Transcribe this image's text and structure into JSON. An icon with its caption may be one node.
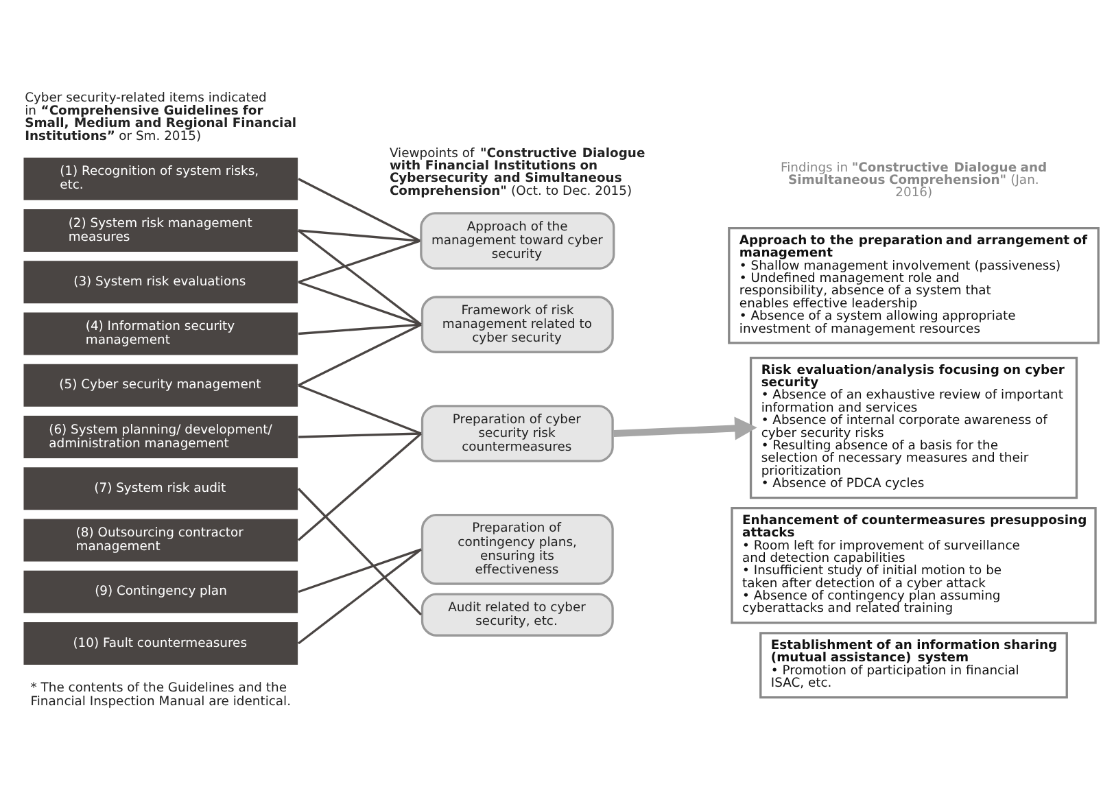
{
  "diagram": {
    "nodes": [
      {
        "text": [
          "(1) Recognition of system risks, etc."
        ]
      },
      {
        "text": [
          "(2) System risk management measures"
        ]
      },
      {
        "text": [
          "(3) System risk evaluations"
        ]
      },
      {
        "text": [
          "(4) Information security management"
        ]
      },
      {
        "text": [
          "(5) Cyber security management"
        ]
      },
      {
        "text": [
          "(6) System planning/ development/ administration management"
        ]
      },
      {
        "text": [
          "(7) System risk audit"
        ]
      },
      {
        "text": [
          "(8) Outsourcing contractor management"
        ]
      },
      {
        "text": [
          "(9) Contingency plan"
        ]
      },
      {
        "text": [
          "(10) Fault countermeasures"
        ]
      },
      {
        "text": [
          "Approach of the management toward cyber security"
        ]
      },
      {
        "text": [
          "Framework of risk management related to cyber security"
        ]
      },
      {
        "text": [
          "Preparation of cyber security risk countermeasures"
        ]
      },
      {
        "text": [
          "Preparation of contingency plans, ensuring its effectiveness"
        ]
      },
      {
        "text": [
          "Audit related to cyber security, etc."
        ]
      },
      {
        "text": [
          "Approach to the preparation and arrangement of management",
          "• Shallow management involvement (passiveness)",
          "• Undefined management role and responsibility, absence of a system that enables effective leadership",
          "• Absence of a system allowing appropriate investment of management resources"
        ]
      },
      {
        "text": [
          "Risk evaluation/analysis focusing on cyber security",
          "• Absence of an exhaustive review of important information and services",
          "• Absence of internal corporate awareness of cyber security risks",
          "• Resulting absence of a basis for the selection of necessary measures and their prioritization",
          "• Absence of PDCA cycles"
        ]
      },
      {
        "text": [
          "Enhancement of countermeasures presupposing attacks",
          "• Room left for improvement of surveillance and detection capabilities",
          "• Insufficient study of initial motion to be taken after detection of a cyber attack",
          "• Absence of contingency plan assuming cyberattacks and related training"
        ]
      },
      {
        "text": [
          "Establishment of an information sharing (mutual assistance) system",
          "• Promotion of participation in financial ISAC, etc."
        ]
      }
    ],
    "edges": [
      {
        "from": 0,
        "to": 10,
        "arrow": "none"
      },
      {
        "from": 1,
        "to": 10,
        "arrow": "none"
      },
      {
        "from": 2,
        "to": 10,
        "arrow": "none"
      },
      {
        "from": 1,
        "to": 11,
        "arrow": "none"
      },
      {
        "from": 2,
        "to": 11,
        "arrow": "none"
      },
      {
        "from": 3,
        "to": 11,
        "arrow": "none"
      },
      {
        "from": 4,
        "to": 11,
        "arrow": "none"
      },
      {
        "from": 4,
        "to": 12,
        "arrow": "none"
      },
      {
        "from": 5,
        "to": 12,
        "arrow": "none"
      },
      {
        "from": 7,
        "to": 12,
        "arrow": "none"
      },
      {
        "from": 6,
        "to": 14,
        "arrow": "none"
      },
      {
        "from": 8,
        "to": 13,
        "arrow": "none"
      },
      {
        "from": 9,
        "to": 13,
        "arrow": "none"
      },
      {
        "from": 12,
        "to": 16,
        "arrow": "to",
        "style": "thick",
        "color": "#a6a6a6"
      }
    ],
    "labels": [
      "Cyber security-related items indicated in **“Comprehensive Guidelines for Small, Medium and Regional Financial Institutions”** or Sm. 2015)",
      "Viewpoints of **\"Constructive Dialogue with Financial Institutions on Cybersecurity and Simultaneous Comprehension\"** (Oct. to Dec. 2015)",
      "Findings in **\"Constructive Dialogue and Simultaneous Comprehension\"** (Jan. 2016)",
      "* The contents of the Guidelines and the Financial Inspection Manual are identical."
    ]
  }
}
